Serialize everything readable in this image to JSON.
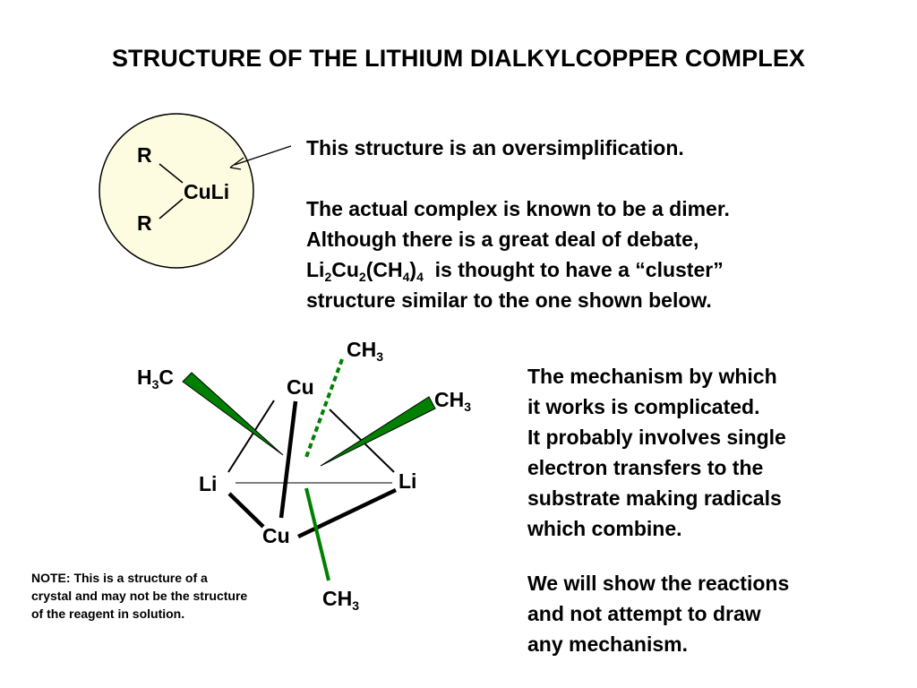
{
  "title": "STRUCTURE OF THE LITHIUM DIALKYLCOPPER COMPLEX",
  "simple_formula": {
    "r_top": "R",
    "r_bottom": "R",
    "center": "CuLi"
  },
  "intro": {
    "line1": "This structure is an oversimplification.",
    "line2": "The actual complex is known to be a dimer.",
    "line3": "Although there is a great deal of debate,",
    "formula": {
      "li": "Li",
      "li_sub": "2",
      "cu": "Cu",
      "cu_sub": "2",
      "ch": "(CH",
      "ch_sub": "4",
      "close": ")",
      "close_sub": "4"
    },
    "line4_rest": "is thought to have a “cluster”",
    "line5": "structure similar to the one shown below."
  },
  "cluster": {
    "cu_top": "Cu",
    "cu_bottom": "Cu",
    "li_left": "Li",
    "li_right": "Li",
    "methyl_left": {
      "h": "H",
      "sub": "3",
      "c": "C"
    },
    "methyl_top": {
      "ch": "CH",
      "sub": "3"
    },
    "methyl_right": {
      "ch": "CH",
      "sub": "3"
    },
    "methyl_bottom": {
      "ch": "CH",
      "sub": "3"
    }
  },
  "mechanism": {
    "line1": "The mechanism by which",
    "line2": "it works is complicated.",
    "line3": "It probably involves single",
    "line4": "electron transfers to the",
    "line5": "substrate making radicals",
    "line6": "which combine."
  },
  "conclusion": {
    "line1": "We will show the reactions",
    "line2": "and not attempt to draw",
    "line3": "any mechanism."
  },
  "note": "NOTE: This is a structure of a crystal and may not be the structure of the reagent in solution.",
  "colors": {
    "circle_fill": "#fdfbe0",
    "green": "#008000",
    "text": "#000000"
  }
}
